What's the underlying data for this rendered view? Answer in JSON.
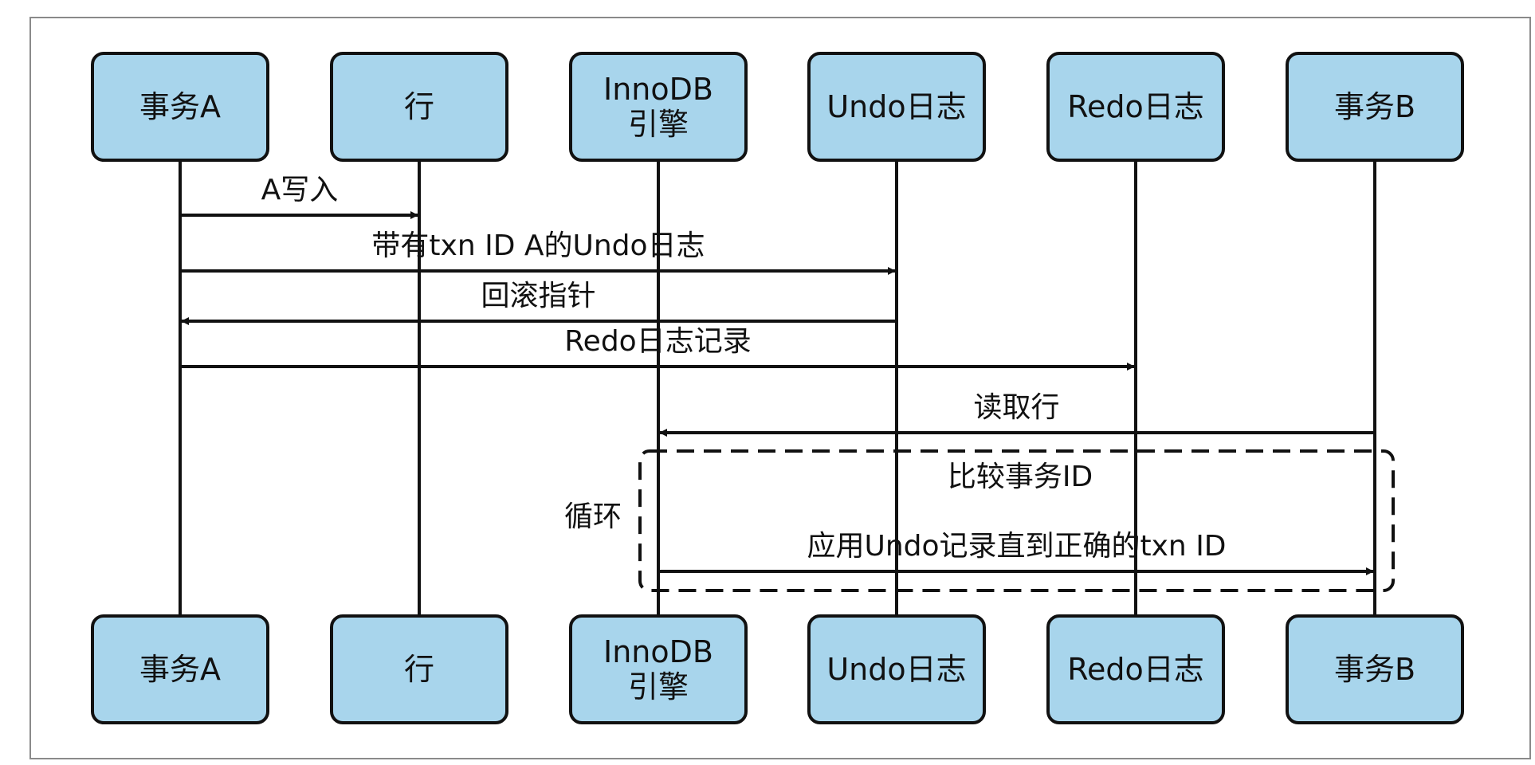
{
  "participants": [
    {
      "id": "txnA",
      "lines": [
        "事务A"
      ]
    },
    {
      "id": "row",
      "lines": [
        "行"
      ]
    },
    {
      "id": "innodb",
      "lines": [
        "InnoDB",
        "引擎"
      ]
    },
    {
      "id": "undo",
      "lines": [
        "Undo日志"
      ]
    },
    {
      "id": "redo",
      "lines": [
        "Redo日志"
      ]
    },
    {
      "id": "txnB",
      "lines": [
        "事务B"
      ]
    }
  ],
  "messages": [
    {
      "id": "write-a",
      "from": "txnA",
      "to": "row",
      "label": "A写入"
    },
    {
      "id": "undo-log-txn-a",
      "from": "txnA",
      "to": "undo",
      "label": "带有txn ID A的Undo日志"
    },
    {
      "id": "rollback-ptr",
      "from": "undo",
      "to": "txnA",
      "label": "回滚指针"
    },
    {
      "id": "redo-record",
      "from": "txnA",
      "to": "redo",
      "label": "Redo日志记录"
    },
    {
      "id": "read-row",
      "from": "txnB",
      "to": "innodb",
      "label": "读取行"
    },
    {
      "id": "apply-undo",
      "from": "innodb",
      "to": "txnB",
      "label": "应用Undo记录直到正确的txn ID"
    }
  ],
  "loop": {
    "label": "循环",
    "note": "比较事务ID"
  },
  "colors": {
    "box_fill": "#a8d5ec",
    "stroke": "#111111",
    "frame": "#8a8a8a"
  }
}
